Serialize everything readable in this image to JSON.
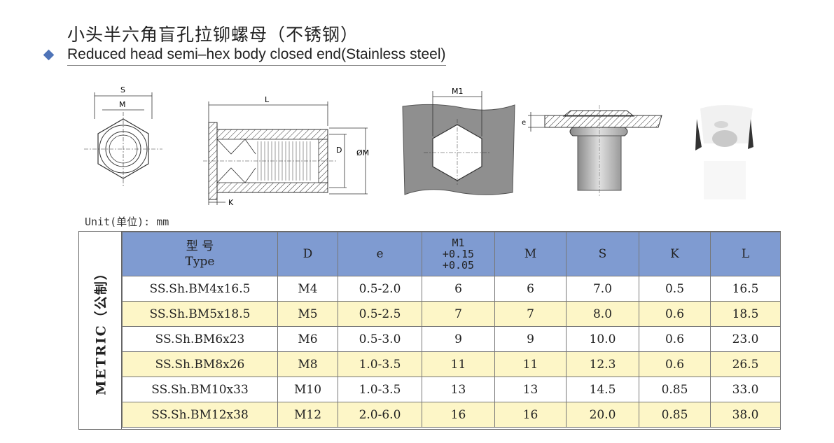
{
  "title": {
    "cn": "小头半六角盲孔拉铆螺母（不锈钢）",
    "en": "Reduced head semi–hex body closed end(Stainless steel)"
  },
  "drawing_labels": {
    "s": "S",
    "m": "M",
    "l": "L",
    "d": "D",
    "dm": "ØM",
    "k": "K",
    "m1": "M1",
    "e": "e"
  },
  "unit": "Unit(单位): mm",
  "metric_label": "METRIC（公制）",
  "table": {
    "headers": [
      {
        "line1": "型 号",
        "line2": "Type"
      },
      {
        "line1": "D"
      },
      {
        "line1": "e"
      },
      {
        "line1": "M1",
        "line2": "+0.15",
        "line3": "+0.05"
      },
      {
        "line1": "M"
      },
      {
        "line1": "S"
      },
      {
        "line1": "K"
      },
      {
        "line1": "L"
      }
    ],
    "rows": [
      [
        "SS.Sh.BM4x16.5",
        "M4",
        "0.5-2.0",
        "6",
        "6",
        "7.0",
        "0.5",
        "16.5"
      ],
      [
        "SS.Sh.BM5x18.5",
        "M5",
        "0.5-2.5",
        "7",
        "7",
        "8.0",
        "0.6",
        "18.5"
      ],
      [
        "SS.Sh.BM6x23",
        "M6",
        "0.5-3.0",
        "9",
        "9",
        "10.0",
        "0.6",
        "23.0"
      ],
      [
        "SS.Sh.BM8x26",
        "M8",
        "1.0-3.5",
        "11",
        "11",
        "12.3",
        "0.6",
        "26.5"
      ],
      [
        "SS.Sh.BM10x33",
        "M10",
        "1.0-3.5",
        "13",
        "13",
        "14.5",
        "0.85",
        "33.0"
      ],
      [
        "SS.Sh.BM12x38",
        "M12",
        "2.0-6.0",
        "16",
        "16",
        "20.0",
        "0.85",
        "38.0"
      ]
    ]
  },
  "colors": {
    "header_bg": "#7f9bd1",
    "alt_row_bg": "#fdf6c7",
    "bullet": "#4f74b8"
  }
}
